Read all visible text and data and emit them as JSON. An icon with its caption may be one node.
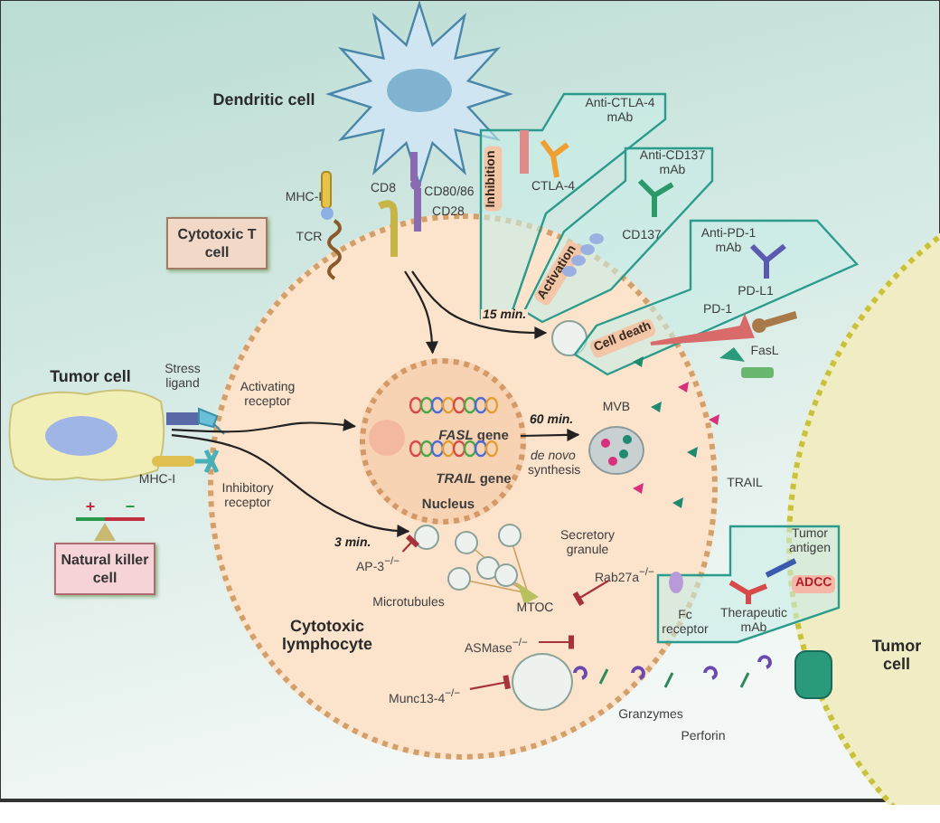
{
  "diagram": {
    "nodes": [
      {
        "text": [
          "Dendritic cell"
        ]
      },
      {
        "text": [
          "Tumor cell"
        ]
      },
      {
        "text": [
          "Cytotoxic T cell"
        ]
      },
      {
        "text": [
          "Natural killer cell"
        ]
      },
      {
        "text": [
          "Cytotoxic lymphocyte"
        ]
      },
      {
        "text": [
          "*FASL* gene",
          "*TRAIL* gene",
          "Nucleus"
        ],
        "in": 4
      },
      {
        "text": [
          "Anti-CTLA-4 mAb",
          "CTLA-4",
          "Inhibition"
        ]
      },
      {
        "text": [
          "Anti-CD137 mAb",
          "CD137",
          "Activation"
        ]
      },
      {
        "text": [
          "Anti-PD-1 mAb",
          "PD-L1",
          "PD-1",
          "Cell death"
        ]
      },
      {
        "text": [],
        "shape": "circle",
        "in": 4
      },
      {
        "text": [
          "MVB"
        ],
        "in": 4
      },
      {
        "text": [],
        "shape": "circle",
        "in": 4
      },
      {
        "text": [
          "AP-3$^{−/−}$"
        ],
        "in": 4
      },
      {
        "text": [
          "Rab27a$^{−/−}$"
        ],
        "in": 4
      },
      {
        "text": [
          "ASMase$^{−/−}$"
        ],
        "in": 4
      },
      {
        "text": [
          "Munc13-4$^{−/−}$"
        ],
        "in": 4
      },
      {
        "text": [],
        "shape": "circle",
        "in": 4
      },
      {
        "text": [
          "Tumor cell"
        ]
      },
      {
        "text": [
          "Tumor antigen",
          "ADCC",
          "Fc receptor",
          "Therapeutic mAb"
        ]
      }
    ],
    "edges": [
      {
        "from": null,
        "to": 9,
        "arrow": "to",
        "label": "15 min."
      },
      {
        "from": null,
        "to": 5,
        "arrow": "to"
      },
      {
        "from": 1,
        "to": 11,
        "arrow": "to",
        "label": "3 min."
      },
      {
        "from": 5,
        "to": 10,
        "arrow": "to",
        "label": "60 min."
      },
      {
        "from": 12,
        "to": 11,
        "arrow": "other",
        "color": "#a8323c"
      },
      {
        "from": 13,
        "to": null,
        "arrow": "other",
        "color": "#a8323c"
      },
      {
        "from": 14,
        "to": null,
        "arrow": "other",
        "color": "#a8323c"
      },
      {
        "from": 15,
        "to": 16,
        "arrow": "other",
        "color": "#a8323c"
      },
      {
        "from": 1,
        "to": 5,
        "arrow": "to"
      }
    ],
    "labels": [
      "MHC-I",
      "CD8",
      "CD80/86",
      "TCR",
      "CD28",
      "Stress ligand",
      "Activating receptor",
      "MHC-I",
      "Inhibitory receptor",
      "+",
      "−",
      "*de novo* synthesis",
      "FasL",
      "TRAIL",
      "Secretory granule",
      "Microtubules",
      "MTOC",
      "Granzymes",
      "Perforin"
    ]
  }
}
